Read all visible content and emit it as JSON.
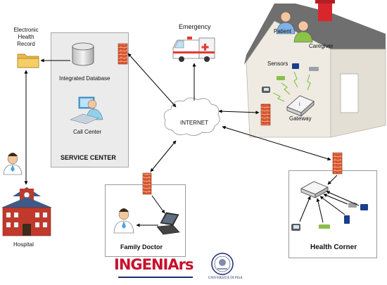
{
  "labels": {
    "ehr": [
      "Electronic",
      "Health",
      "Record"
    ],
    "integrated_database": "Integrated Database",
    "call_center": "Call Center",
    "service_center": "SERVICE CENTER",
    "emergency": "Emergency",
    "internet": "INTERNET",
    "patient": "Patient",
    "caregiver": "Caregiver",
    "sensors": "Sensors",
    "gateway": "Gateway",
    "hospital": "Hospital",
    "family_doctor": "Family Doctor",
    "health_corner": "Health Corner",
    "ingeniars_logo": "INGENIArs",
    "unipi_logo": "UNIVERSITÀ DI PISA"
  },
  "colors": {
    "service_box": "#ebebeb",
    "firewall": "#d9532b",
    "roof": "#7a7a7a",
    "house_wall": "#efebe3",
    "chimney": "#d8262c",
    "arrow": "#000000",
    "logo_red": "#c8102e",
    "logo_blue": "#1d2d6b"
  },
  "icons": [
    "folder-icon",
    "database-icon",
    "call-center-icon",
    "firewall-icon",
    "ambulance-icon",
    "cloud-icon",
    "house-icon",
    "patient-icon",
    "caregiver-icon",
    "sensor-icon",
    "gateway-icon",
    "hospital-icon",
    "doctor-icon",
    "laptop-icon",
    "router-icon",
    "university-seal-icon"
  ]
}
